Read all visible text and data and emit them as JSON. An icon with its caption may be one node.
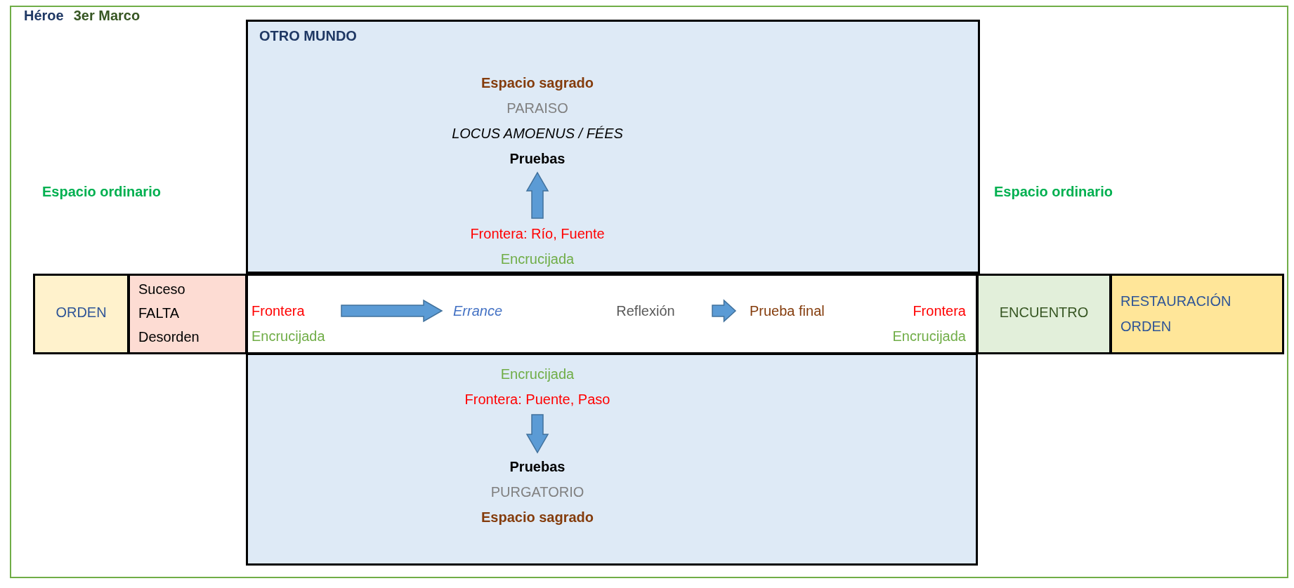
{
  "diagram": {
    "nodes": [
      {
        "text": [
          "Héroe",
          "3er Marco"
        ]
      },
      {
        "text": [
          "OTRO MUNDO"
        ],
        "in": 0
      },
      {
        "text": [
          "Espacio sagrado",
          "PARAISO",
          "LOCUS AMOENUS / FÉES",
          "Pruebas"
        ],
        "in": 1
      },
      {
        "text": [
          "Frontera: Río, Fuente",
          "Encrucijada"
        ],
        "in": 1
      },
      {
        "text": [
          "ORDEN"
        ],
        "in": 0
      },
      {
        "text": [
          "Suceso FALTA Desorden"
        ],
        "in": 0
      },
      {
        "text": [],
        "shape": "box",
        "in": 0
      },
      {
        "text": [
          "Frontera",
          "Encrucijada"
        ],
        "in": 6
      },
      {
        "text": [
          "Errance"
        ],
        "in": 6
      },
      {
        "text": [
          "Reflexión"
        ],
        "in": 6
      },
      {
        "text": [
          "Prueba final"
        ],
        "in": 6
      },
      {
        "text": [
          "Frontera",
          "Encrucijada"
        ],
        "in": 6
      },
      {
        "text": [
          "ENCUENTRO"
        ],
        "in": 0
      },
      {
        "text": [
          "RESTAURACIÓN ORDEN"
        ],
        "in": 0
      },
      {
        "text": [],
        "shape": "box",
        "in": 0
      },
      {
        "text": [
          "Encrucijada",
          "Frontera: Puente, Paso"
        ],
        "in": 14
      },
      {
        "text": [
          "Pruebas",
          "PURGATORIO",
          "Espacio sagrado"
        ],
        "in": 14
      }
    ],
    "edges": [
      {
        "from": 3,
        "to": 2,
        "arrow": "to"
      },
      {
        "from": 7,
        "to": 8,
        "arrow": "to"
      },
      {
        "from": 9,
        "to": 10,
        "arrow": "to"
      },
      {
        "from": 15,
        "to": 16,
        "arrow": "to"
      }
    ],
    "labels": [
      "Espacio ordinario",
      "Espacio ordinario"
    ]
  }
}
